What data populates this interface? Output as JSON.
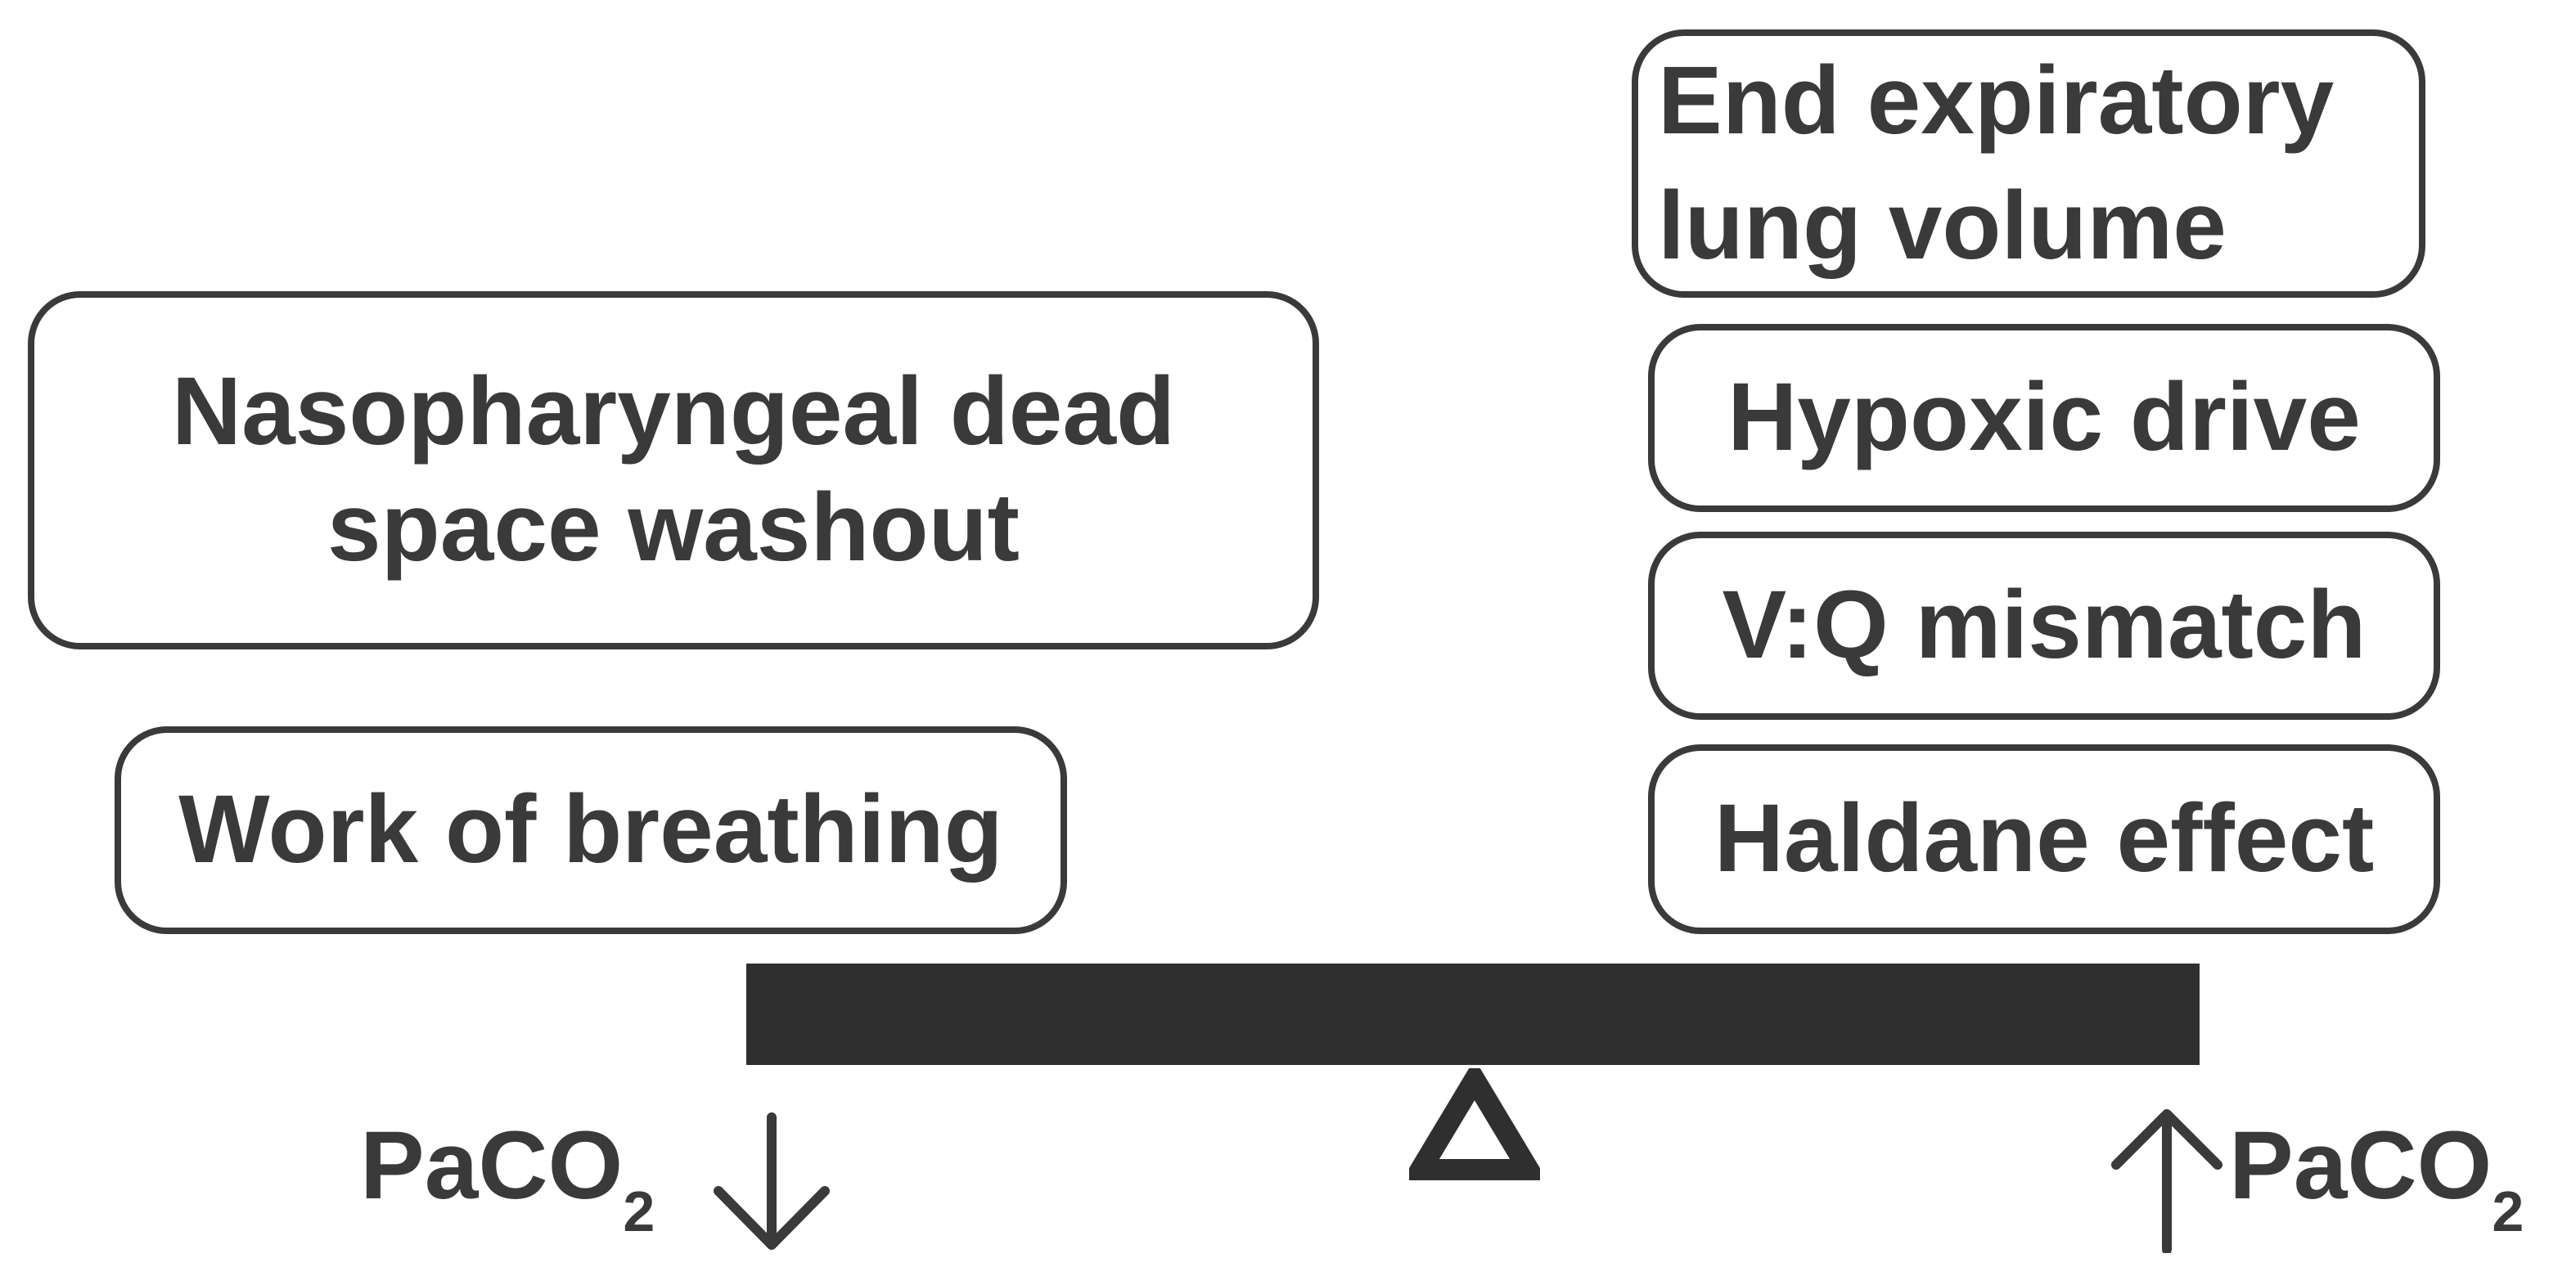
{
  "left_factors": {
    "nasopharyngeal": {
      "line1": "Nasopharyngeal dead",
      "line2": "space washout"
    },
    "work_of_breathing": "Work of breathing"
  },
  "right_factors": {
    "end_expiratory": {
      "line1": "End expiratory",
      "line2": "lung volume"
    },
    "hypoxic_drive": "Hypoxic drive",
    "vq_mismatch": "V:Q mismatch",
    "haldane": "Haldane effect"
  },
  "labels": {
    "left": {
      "main": "PaCO",
      "subscript": "2",
      "direction": "down"
    },
    "right": {
      "main": "PaCO",
      "subscript": "2",
      "direction": "up"
    }
  },
  "colors": {
    "stroke": "#3a3a3a",
    "beam": "#2f2f2f"
  },
  "icons": {
    "fulcrum": "triangle-fulcrum-icon",
    "down": "arrow-down-icon",
    "up": "arrow-up-icon"
  }
}
